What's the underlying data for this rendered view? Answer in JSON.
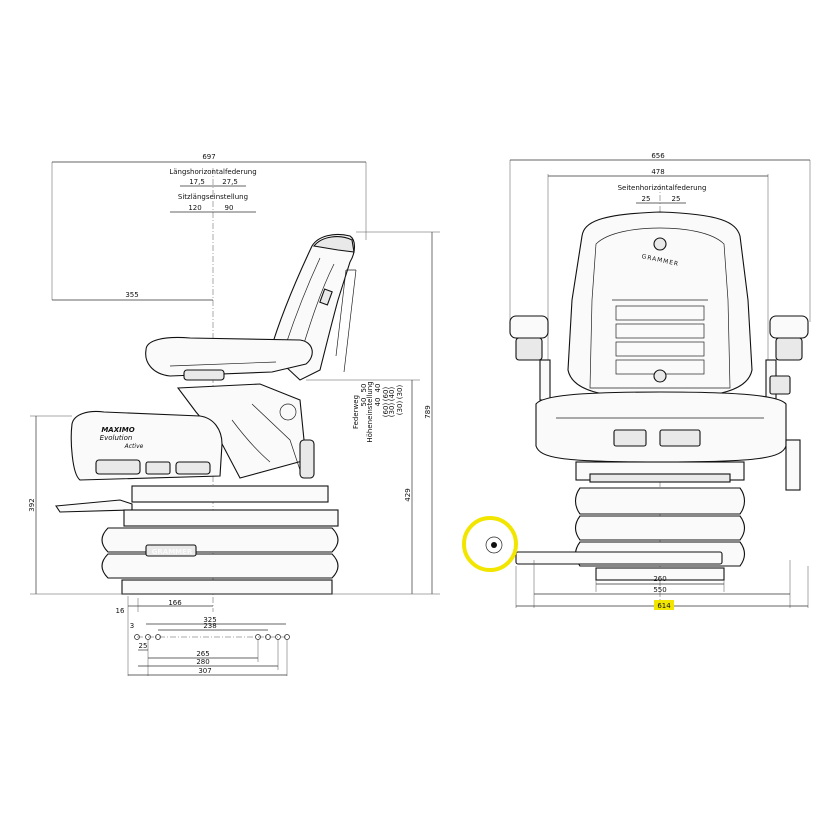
{
  "side_view": {
    "overall_width": "697",
    "label_longitudinal_suspension": "Längshorizontalfederung",
    "longitudinal_left": "17,5",
    "longitudinal_right": "27,5",
    "label_longitudinal_adjustment": "Sitzlängseinstellung",
    "adjust_left": "120",
    "adjust_right": "90",
    "dim_355": "355",
    "label_suspension_travel": "Federweg",
    "label_height_adjustment": "Höheneinstellung",
    "col1_a": "50",
    "col1_b": "40",
    "col2_a": "50",
    "col2_b": "40",
    "col3_a": "(60)",
    "col3_b": "(40)",
    "col4_a": "(60)",
    "col4_b": "(30)",
    "col5_a": "(30)",
    "col5_b": "(30)",
    "dim_789": "789",
    "dim_429": "429",
    "dim_392": "392",
    "dim_16": "16",
    "dim_166": "166",
    "dim_3": "3",
    "dim_325": "325",
    "dim_238": "238",
    "dim_25": "25",
    "dim_265": "265",
    "dim_280": "280",
    "dim_307": "307",
    "cushion_text_1": "MAXIMO",
    "cushion_text_2": "Evolution",
    "cushion_text_3": "Active",
    "base_brand": "GRAMMER"
  },
  "front_view": {
    "overall_width": "656",
    "dim_478": "478",
    "label_lateral_suspension": "Seitenhorizontalfederung",
    "lateral_left": "25",
    "lateral_right": "25",
    "backrest_brand": "GRAMMER",
    "dim_260": "260",
    "dim_550": "550",
    "dim_614": "614"
  },
  "highlight_color": "#f2e600",
  "line_color": "#111111"
}
